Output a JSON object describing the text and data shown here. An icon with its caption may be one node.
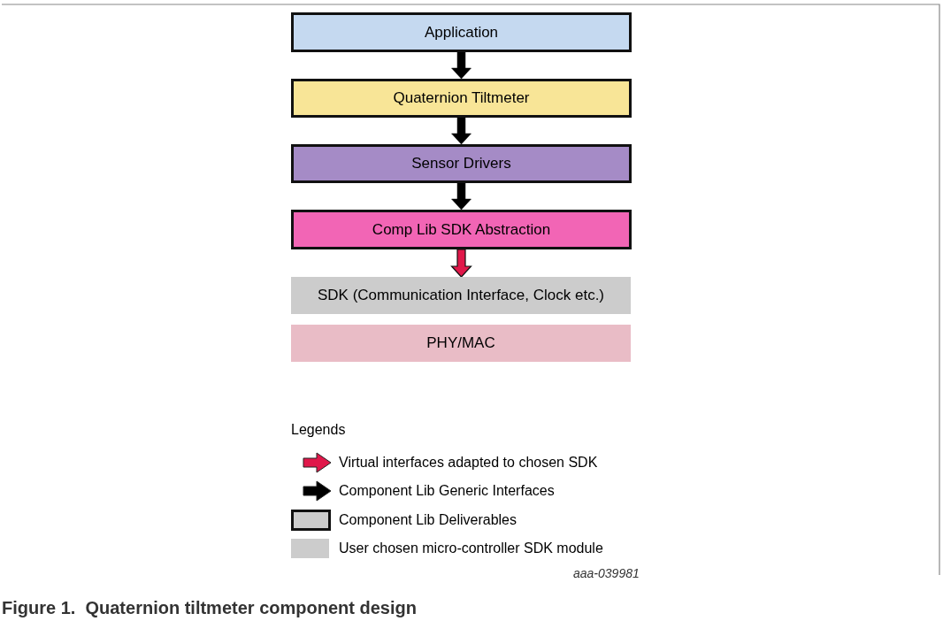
{
  "diagram": {
    "caption": "Figure 1.  Quaternion tiltmeter component design",
    "nodes": [
      {
        "text": [
          "Application"
        ]
      },
      {
        "text": [
          "Quaternion Tiltmeter"
        ]
      },
      {
        "text": [
          "Sensor Drivers"
        ]
      },
      {
        "text": [
          "Comp Lib SDK Abstraction"
        ]
      },
      {
        "text": [
          "SDK (Communication Interface, Clock etc.)"
        ]
      },
      {
        "text": [
          "PHY/MAC"
        ]
      }
    ],
    "edges": [
      {
        "from": 0,
        "to": 1,
        "arrow": "to"
      },
      {
        "from": 1,
        "to": 2,
        "arrow": "to"
      },
      {
        "from": 2,
        "to": 3,
        "arrow": "to"
      },
      {
        "from": 3,
        "to": 4,
        "arrow": "to",
        "color": "#e0184a"
      }
    ],
    "labels": [
      "Legends",
      "aaa-039981"
    ],
    "legend": [
      {
        "text": "Virtual interfaces adapted to chosen SDK"
      },
      {
        "text": "Component Lib Generic Interfaces"
      },
      {
        "text": "Component Lib Deliverables"
      },
      {
        "text": "User chosen micro-controller SDK module",
        "color": "#cccccc"
      }
    ]
  }
}
